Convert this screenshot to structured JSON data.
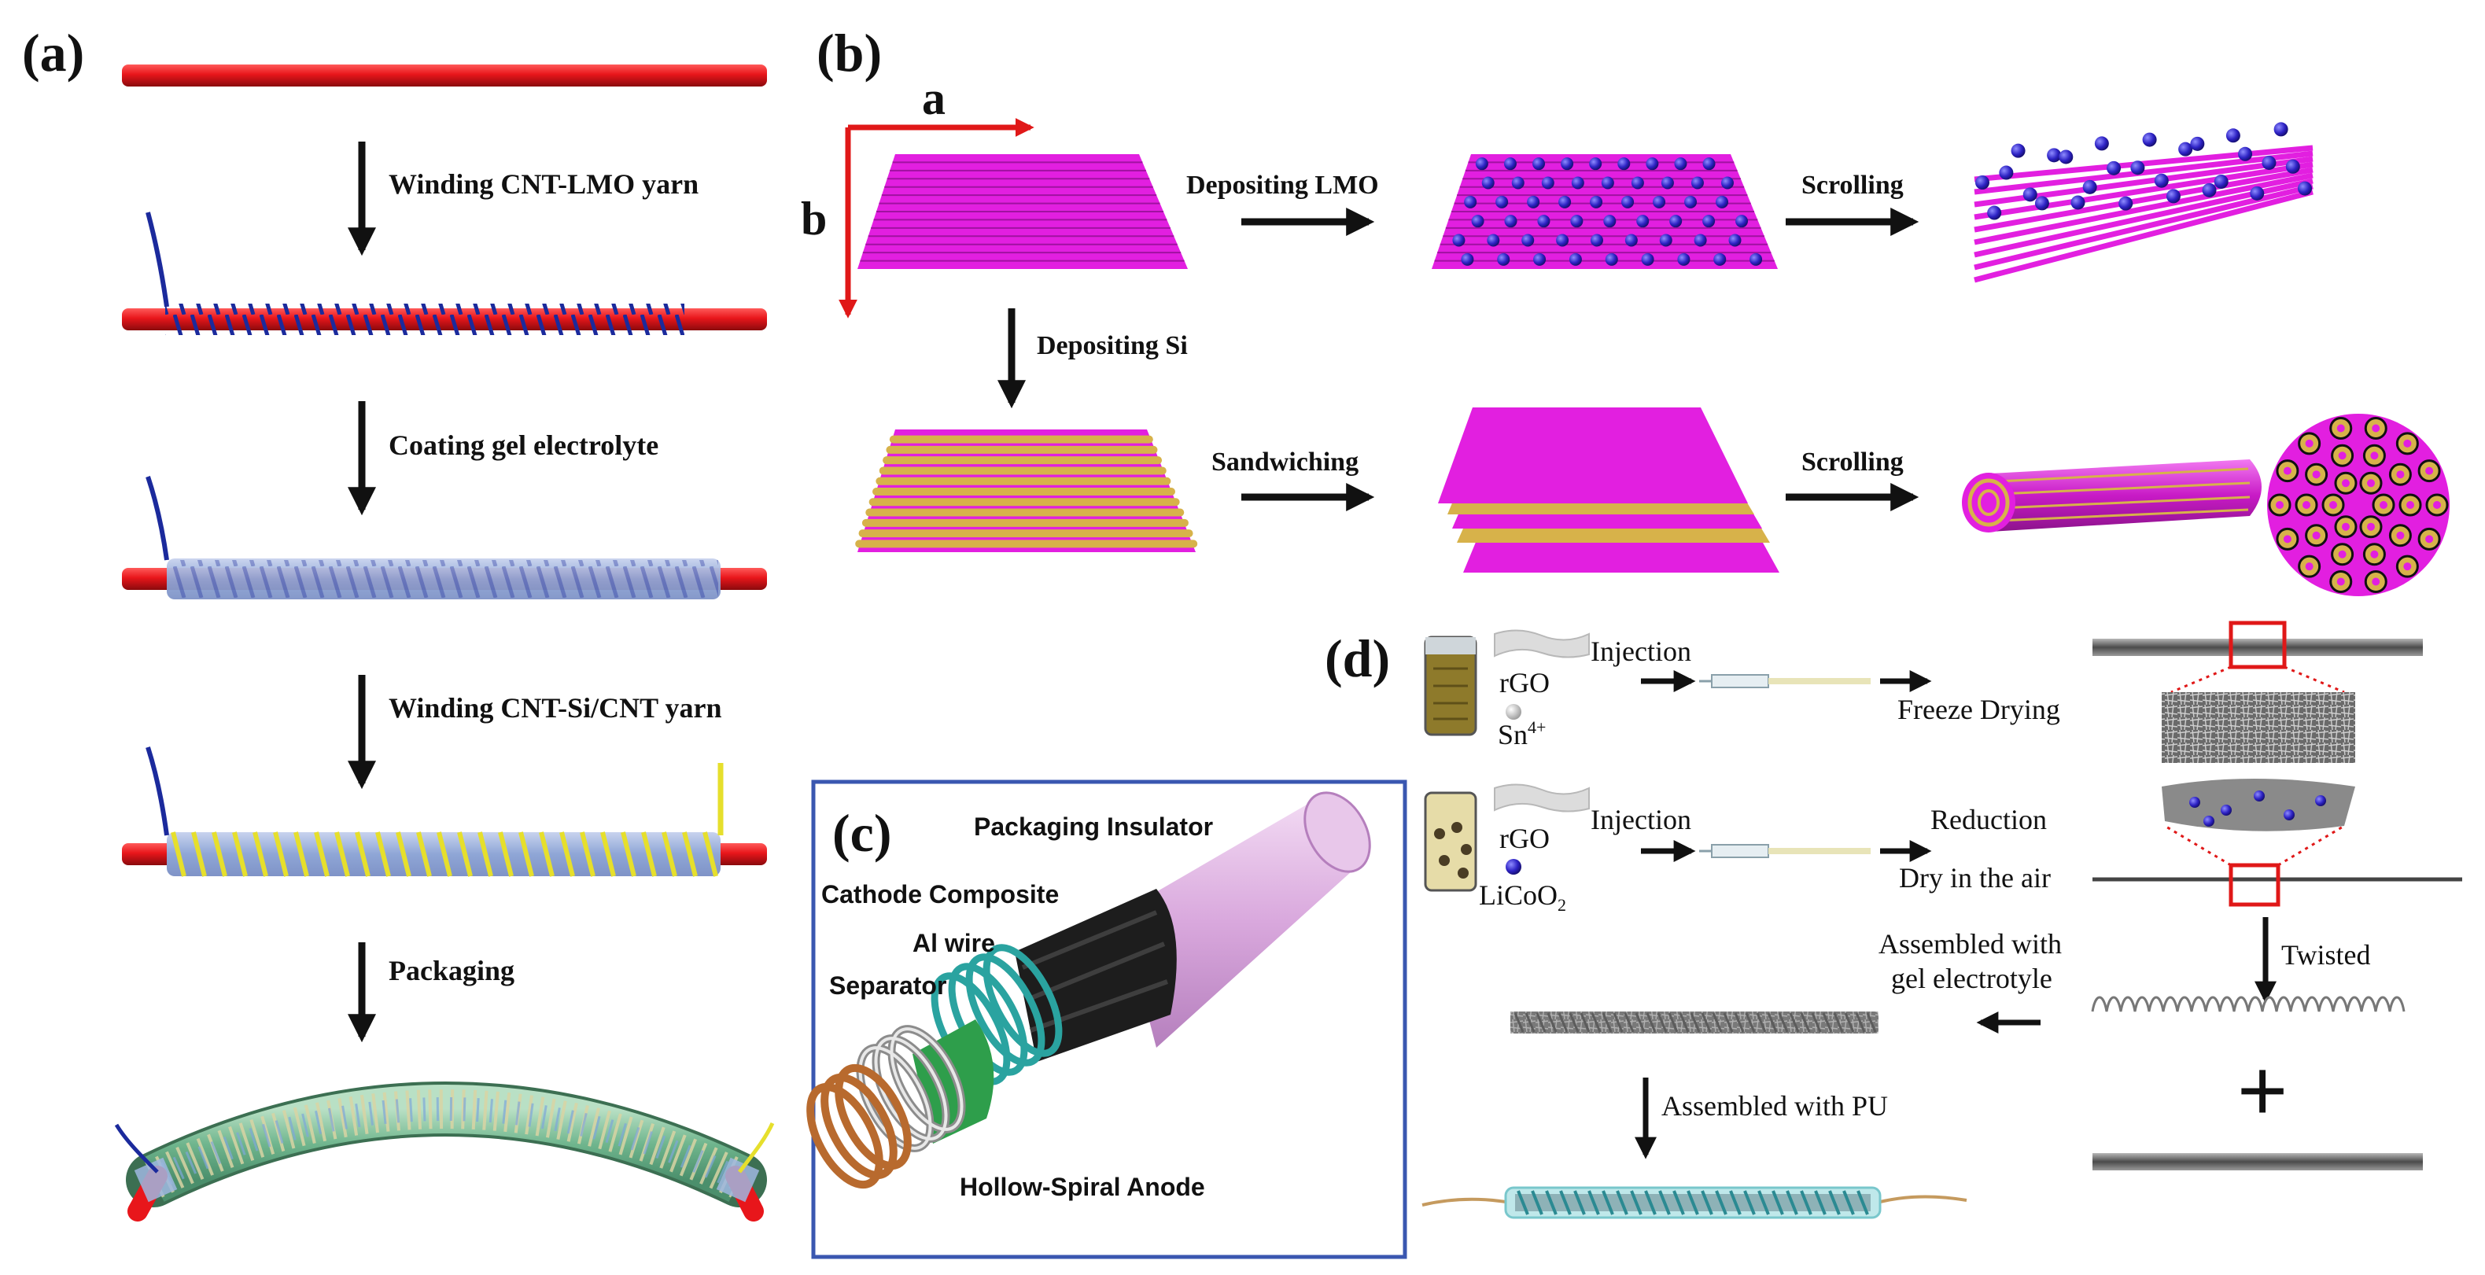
{
  "panels": {
    "a": {
      "label": "(a)",
      "steps": [
        "Winding CNT-LMO yarn",
        "Coating gel electrolyte",
        "Winding CNT-Si/CNT yarn",
        "Packaging"
      ]
    },
    "b": {
      "label": "(b)",
      "axis_a": "a",
      "axis_b": "b",
      "depositing_lmo": "Depositing LMO",
      "scrolling_top": "Scrolling",
      "depositing_si": "Depositing Si",
      "sandwiching": "Sandwiching",
      "scrolling_bottom": "Scrolling"
    },
    "c": {
      "label": "(c)",
      "packaging_insulator": "Packaging Insulator",
      "cathode_composite": "Cathode Composite",
      "al_wire": "Al wire",
      "separator": "Separator",
      "hollow_spiral_anode": "Hollow-Spiral Anode"
    },
    "d": {
      "label": "(d)",
      "rgo_1": "rGO",
      "sn": "Sn",
      "sn_sup": "4+",
      "injection_1": "Injection",
      "freeze_drying": "Freeze Drying",
      "rgo_2": "rGO",
      "licoo": "LiCoO",
      "licoo_sub": "2",
      "injection_2": "Injection",
      "reduction": "Reduction",
      "dry_in_air": "Dry in the air",
      "twisted": "Twisted",
      "assembled_gel_1": "Assembled with",
      "assembled_gel_2": "gel electrotyle",
      "assembled_pu": "Assembled  with PU",
      "plus": "+"
    }
  },
  "colors": {
    "rod_red": "#e8161b",
    "yarn_blue": "#1b2a9c",
    "yarn_yellow": "#e6df2c",
    "magenta": "#e21fe0",
    "gold": "#d7b24a",
    "gel": "#8fa6d6",
    "frame_blue": "#3a57b0",
    "red_box": "#e01818"
  }
}
